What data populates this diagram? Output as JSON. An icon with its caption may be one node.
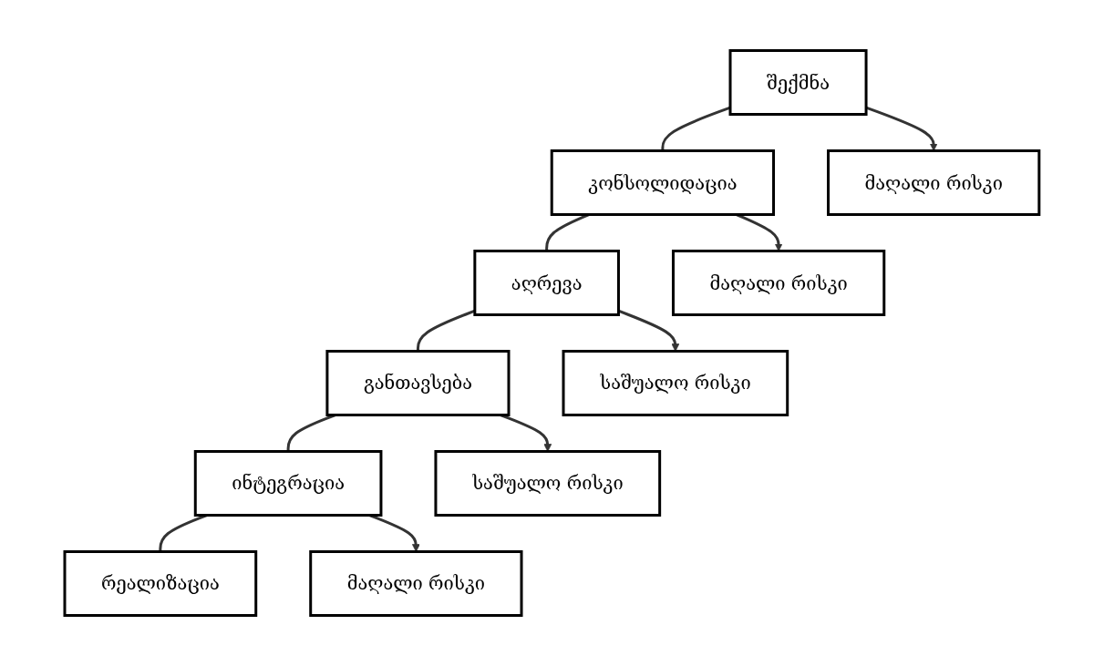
{
  "diagram": {
    "nodes": [
      {
        "text": [
          "შექმნა"
        ]
      },
      {
        "text": [
          "კონსოლიდაცია"
        ]
      },
      {
        "text": [
          "აღრევა"
        ]
      },
      {
        "text": [
          "განთავსება"
        ]
      },
      {
        "text": [
          "ინტეგრაცია"
        ]
      },
      {
        "text": [
          "რეალიზაცია"
        ]
      },
      {
        "text": [
          "მაღალი რისკი"
        ]
      },
      {
        "text": [
          "მაღალი რისკი"
        ]
      },
      {
        "text": [
          "საშუალო რისკი"
        ]
      },
      {
        "text": [
          "საშუალო რისკი"
        ]
      },
      {
        "text": [
          "მაღალი რისკი"
        ]
      }
    ],
    "edges": [
      {
        "from": 0,
        "to": 1,
        "arrow": "none"
      },
      {
        "from": 1,
        "to": 2,
        "arrow": "none"
      },
      {
        "from": 2,
        "to": 3,
        "arrow": "none"
      },
      {
        "from": 3,
        "to": 4,
        "arrow": "none"
      },
      {
        "from": 4,
        "to": 5,
        "arrow": "none"
      },
      {
        "from": 0,
        "to": 6,
        "arrow": "to"
      },
      {
        "from": 1,
        "to": 7,
        "arrow": "to"
      },
      {
        "from": 2,
        "to": 8,
        "arrow": "to"
      },
      {
        "from": 3,
        "to": 9,
        "arrow": "to"
      },
      {
        "from": 4,
        "to": 10,
        "arrow": "to"
      }
    ]
  }
}
